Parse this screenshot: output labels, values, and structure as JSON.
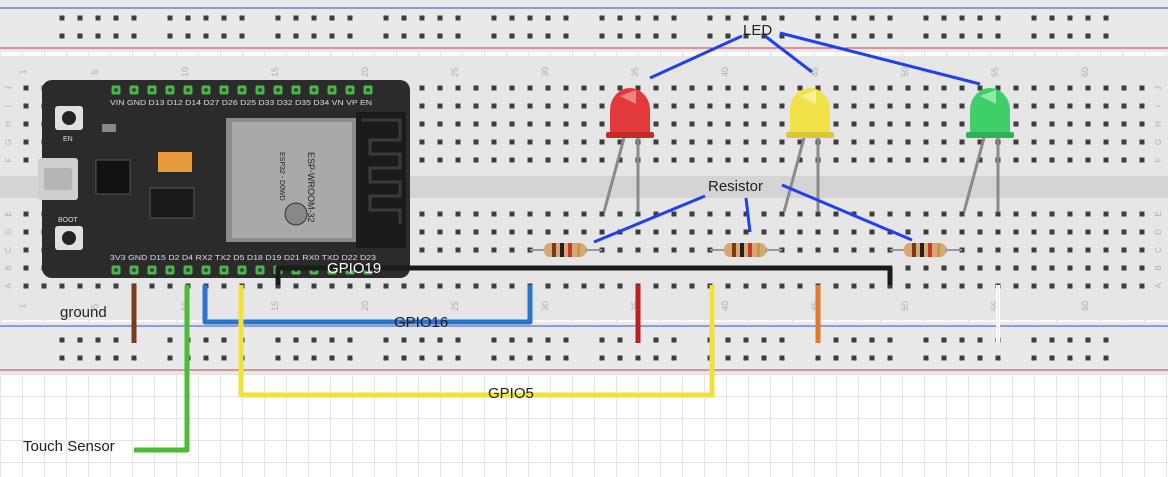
{
  "labels": {
    "led": "LED",
    "resistor": "Resistor",
    "gpio19": "GPIO19",
    "gpio16": "GPIO16",
    "gpio5": "GPIO5",
    "ground": "ground",
    "touch_sensor": "Touch Sensor"
  },
  "breadboard": {
    "column_numbers": [
      "1",
      "5",
      "10",
      "15",
      "20",
      "25",
      "30",
      "35",
      "40",
      "45",
      "50",
      "55",
      "60"
    ],
    "top_row_letters": [
      "J",
      "I",
      "H",
      "G",
      "F"
    ],
    "bottom_row_letters": [
      "E",
      "D",
      "C",
      "B",
      "A"
    ]
  },
  "esp32": {
    "top_pins": "VIN GND D13 D12 D14 D27 D26 D25 D33 D32 D35 D34 VN VP EN",
    "bottom_pins": "3V3 GND D15 D2 D4 RX2 TX2 D5 D18 D19 D21 RX0 TXD D22 D23",
    "en_button": "EN",
    "boot_button": "BOOT",
    "module_text": "ESP-WROOM-32",
    "module_sub": "ESP32 - D0WD"
  },
  "leds": [
    {
      "color": "red",
      "fill": "#e23a3a"
    },
    {
      "color": "yellow",
      "fill": "#f2e24a"
    },
    {
      "color": "green",
      "fill": "#3fcf6a"
    }
  ],
  "wire_colors": {
    "gpio19": "#1b1b1b",
    "gpio16": "#2d73c9",
    "gpio5": "#f1e23a",
    "ground": "#7a3d1c",
    "touch": "#4cbb35",
    "red_power": "#c01f1f",
    "orange": "#e07a2a",
    "white": "#ffffff",
    "label_lines": "#1f3ff0"
  }
}
